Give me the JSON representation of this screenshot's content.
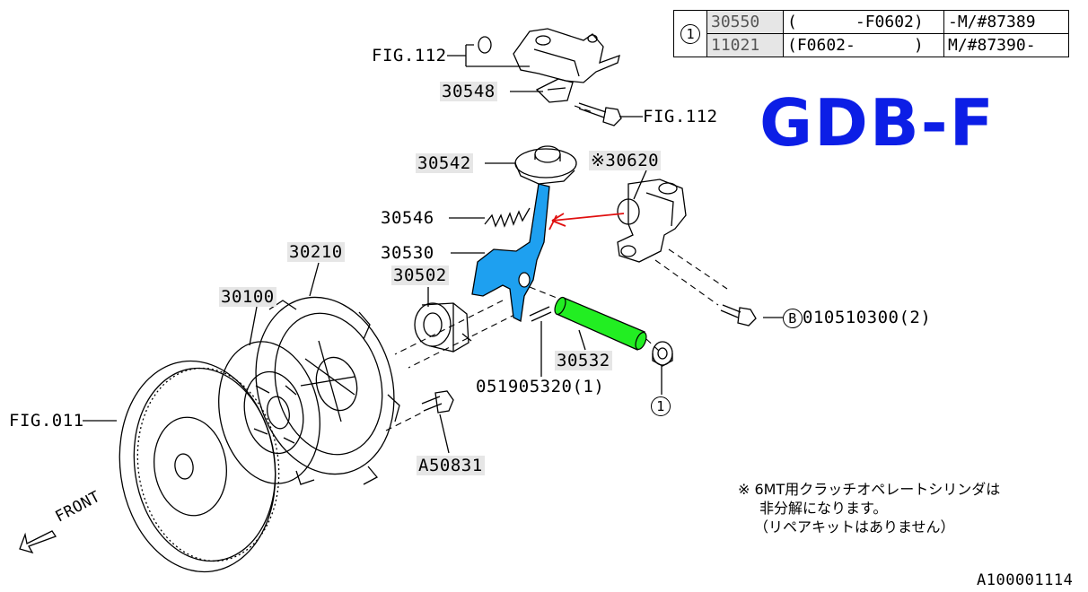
{
  "ref_table": {
    "marker": "1",
    "rows": [
      {
        "part": "30550",
        "range": "(      -F0602)",
        "model": "-M/#87389"
      },
      {
        "part": "11021",
        "range": "(F0602-      )",
        "model": "M/#87390-"
      }
    ]
  },
  "model_code": "GDB-F",
  "labels": {
    "fig112_top": "FIG.112",
    "p30548": "30548",
    "fig112_bolt": "FIG.112",
    "p30542": "30542",
    "p30620": "※30620",
    "p30546": "30546",
    "p30530": "30530",
    "p30210": "30210",
    "p30502": "30502",
    "p30100": "30100",
    "b_marker": "B",
    "b_part": "010510300(2)",
    "p30532": "30532",
    "p051905320": "051905320(1)",
    "c1_marker": "1",
    "fig011": "FIG.011",
    "a50831": "A50831",
    "front": "FRONT",
    "diagram_id": "A100001114"
  },
  "note": {
    "line1": "※ 6MT用クラッチオペレートシリンダは",
    "line2": "非分解になります。",
    "line3": "（リペアキットはありません）"
  },
  "colors": {
    "model_code": "#0c1ee6",
    "release_fork": "#1ea0f0",
    "pivot_shaft": "#22ee22",
    "arrow": "#e01010"
  }
}
